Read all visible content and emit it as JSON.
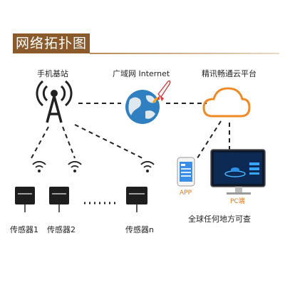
{
  "header": {
    "title": "网络拓扑图"
  },
  "labels": {
    "base_station": "手机基站",
    "internet": "广域网 Internet",
    "cloud": "精讯畅通云平台",
    "sensor_1": "传感器1",
    "sensor_2": "传感器2",
    "sensor_n": "传感器n",
    "app": "APP",
    "pc": "PC端",
    "access": "全球任何地方可查"
  },
  "colors": {
    "accent": "#8a5a2b",
    "cloud_orange": "#f08a24",
    "device": "#222222",
    "app_label": "#e07a1f"
  },
  "icons": [
    "cell-tower-icon",
    "globe-icon",
    "rocket-icon",
    "cloud-icon",
    "wifi-icon",
    "sensor-device-icon",
    "phone-icon",
    "monitor-icon"
  ]
}
